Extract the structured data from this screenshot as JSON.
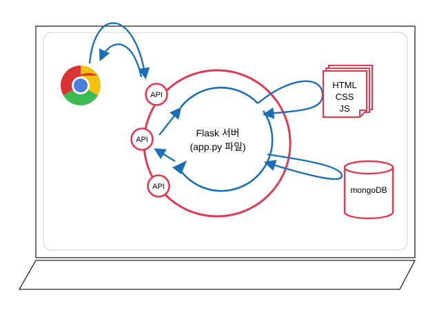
{
  "colors": {
    "red": "#e03a52",
    "blue": "#1a6fb7",
    "frame": "#222222",
    "screen_border": "#cfcfcf"
  },
  "icons": {
    "browser": "chrome-icon",
    "static_files": "stacked-document-icon",
    "database": "cylinder-database-icon",
    "laptop": "laptop-frame-icon"
  },
  "server": {
    "line1": "Flask 서버",
    "line2": "(app.py 파일)"
  },
  "api_nodes": [
    "API",
    "API",
    "API"
  ],
  "static_files": {
    "lines": [
      "HTML",
      "CSS",
      "JS"
    ]
  },
  "database": {
    "label": "mongoDB"
  }
}
